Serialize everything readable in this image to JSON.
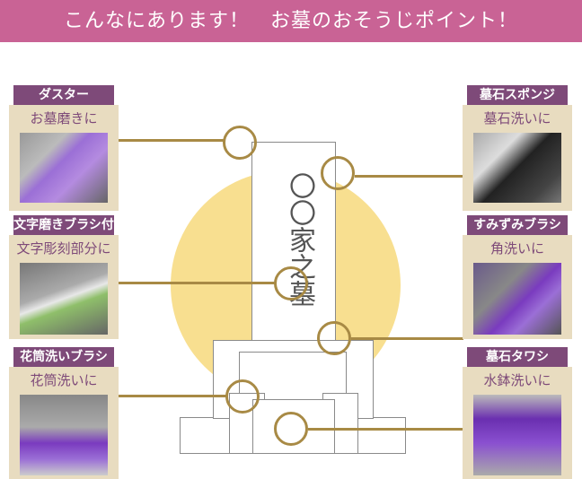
{
  "header": {
    "title": "こんなにあります！　お墓のおそうじポイント！"
  },
  "stele": {
    "inscription": "〇〇家之墓"
  },
  "colors": {
    "header": "#c96395",
    "panel_title": "#7e4a79",
    "panel_bg": "#e8dcc0",
    "accent_line": "#a88a45",
    "sun": "#f8df90"
  },
  "items": [
    {
      "title": "ダスター",
      "subtitle": "お墓磨きに"
    },
    {
      "title": "文字磨きブラシ付",
      "subtitle": "文字彫刻部分に"
    },
    {
      "title": "花筒洗いブラシ",
      "subtitle": "花筒洗いに"
    },
    {
      "title": "墓石スポンジ",
      "subtitle": "墓石洗いに"
    },
    {
      "title": "すみずみブラシ",
      "subtitle": "角洗いに"
    },
    {
      "title": "墓石タワシ",
      "subtitle": "水鉢洗いに"
    }
  ]
}
